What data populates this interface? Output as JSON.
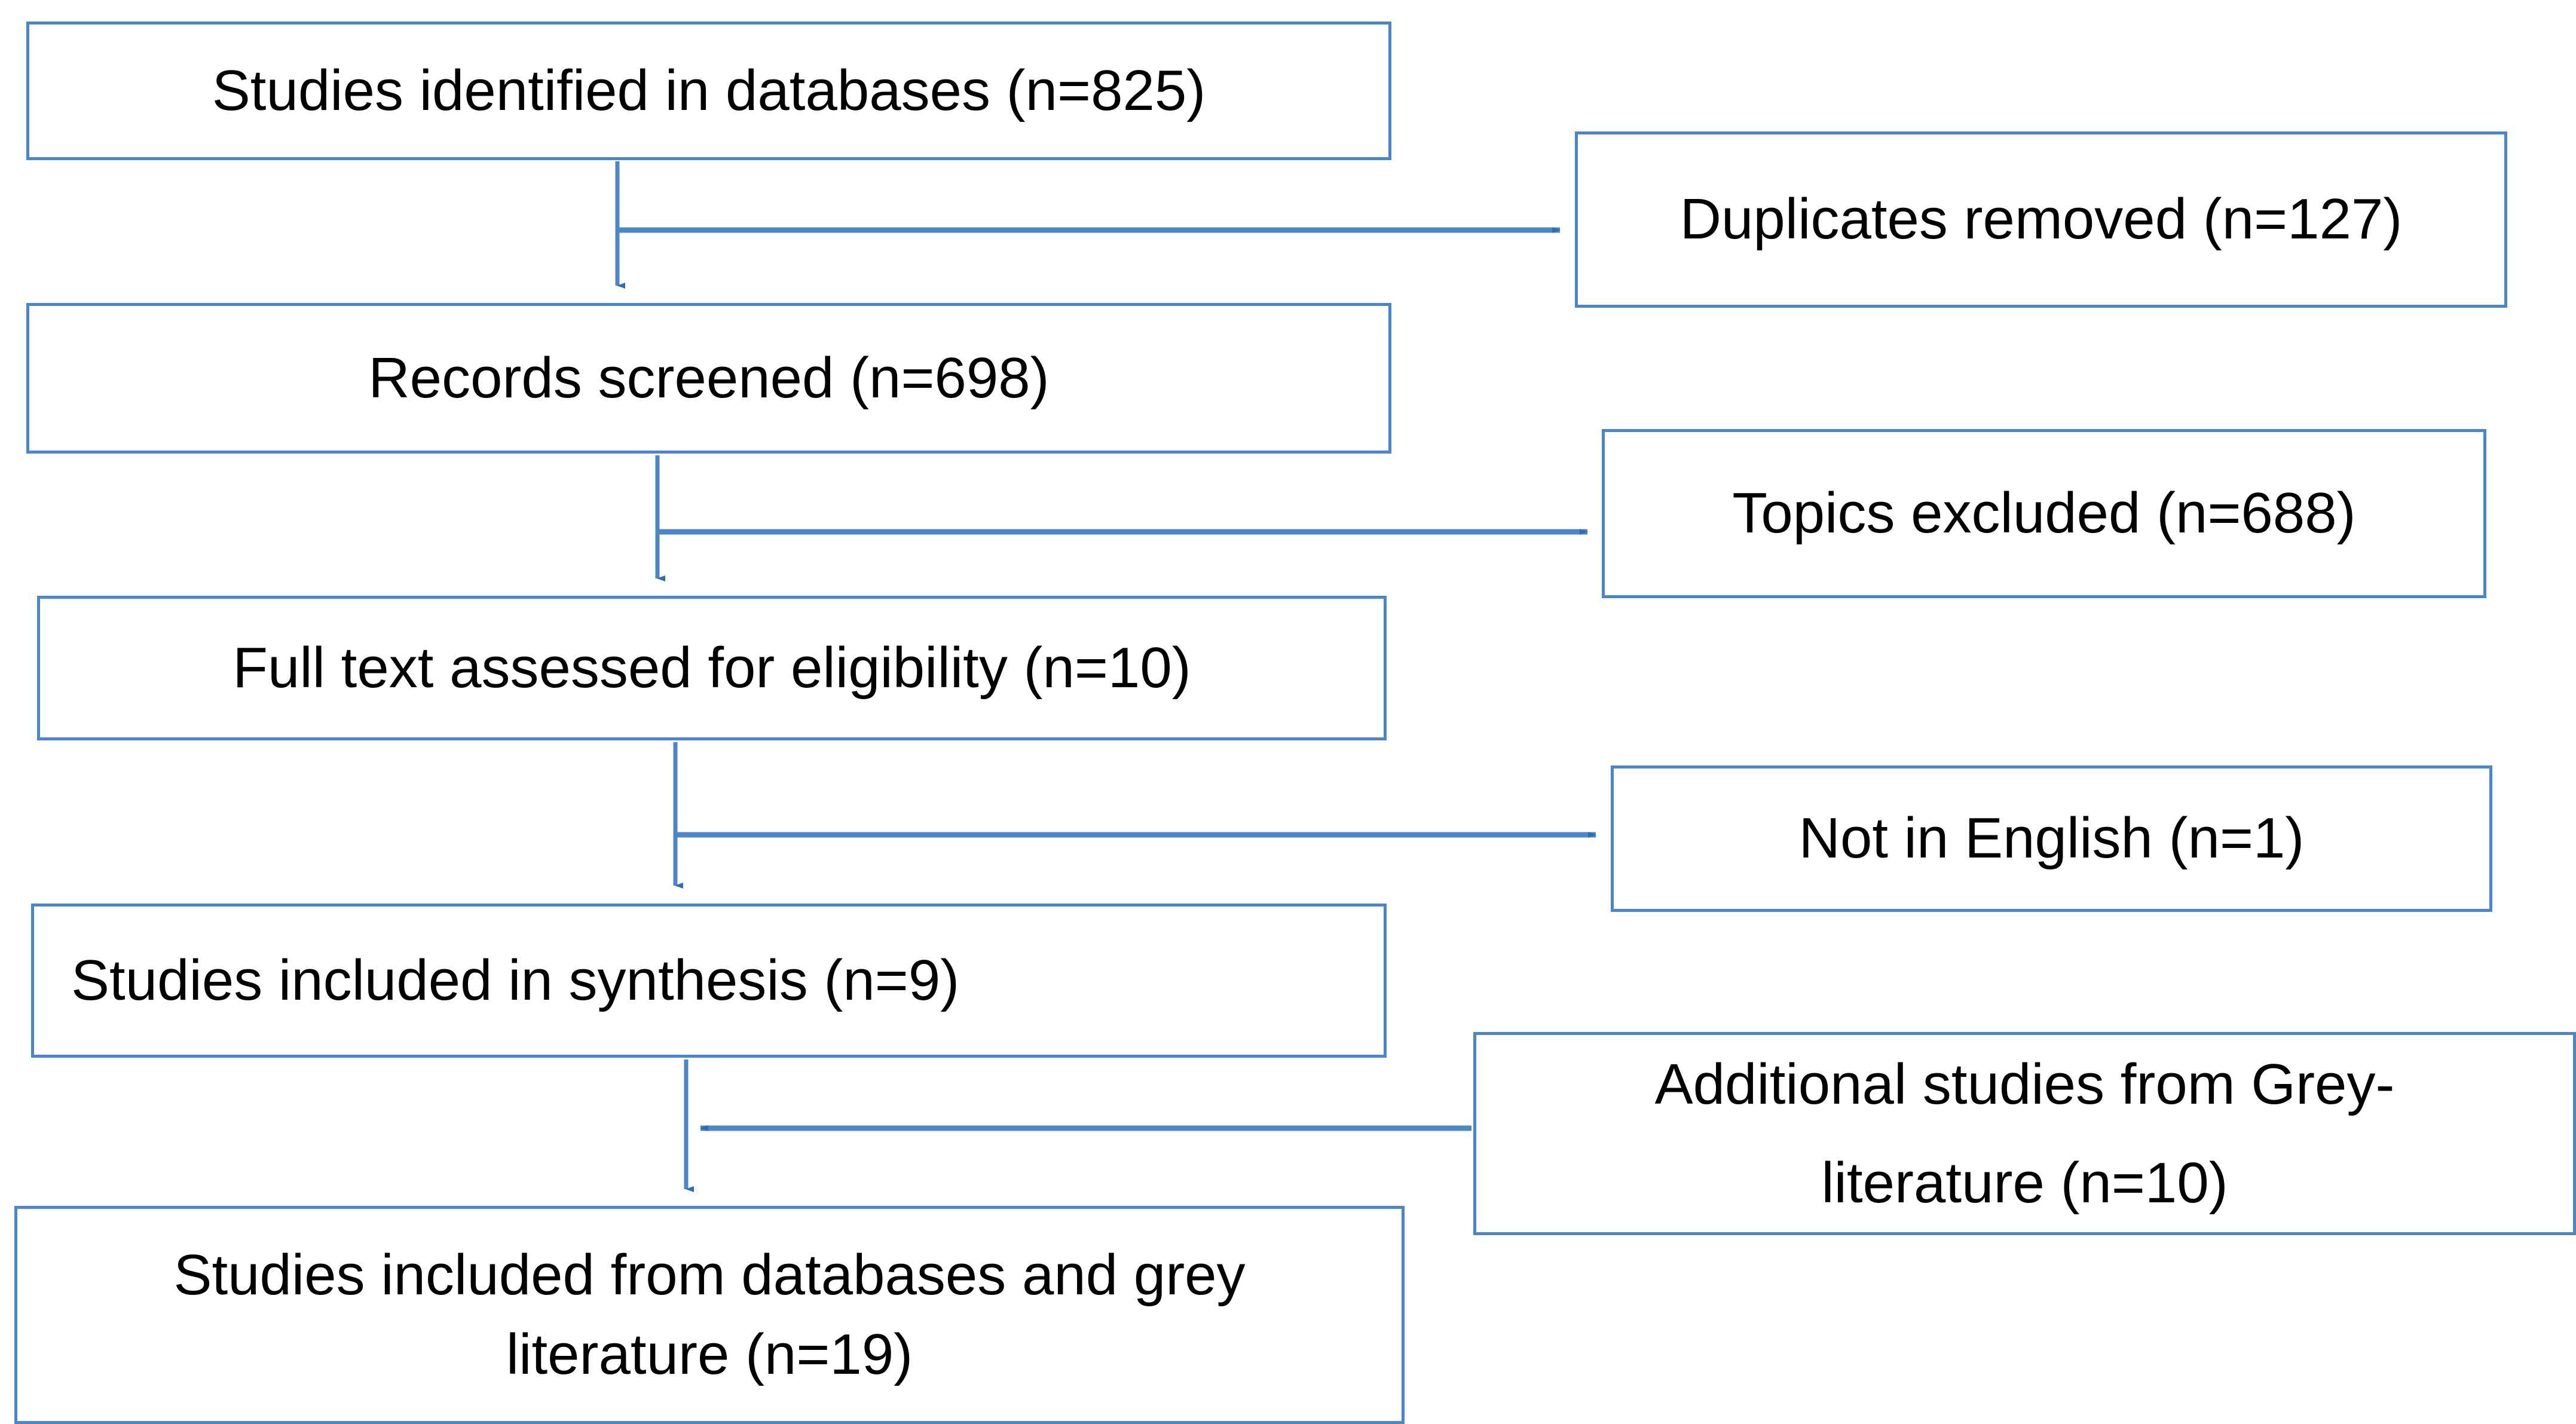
{
  "diagram": {
    "title": "PRISMA study selection flow diagram",
    "accent_color": "#4a86c8",
    "text_color": "#000000",
    "background_color": "#ffffff",
    "nodes": {
      "identified": "Studies identified in databases (n=825)",
      "duplicates": "Duplicates removed (n=127)",
      "screened": "Records screened (n=698)",
      "topics_excluded": "Topics excluded (n=688)",
      "full_text": "Full text assessed for eligibility (n=10)",
      "not_english": "Not in English (n=1)",
      "synthesis": "Studies included in synthesis (n=9)",
      "grey_line1": "Additional studies from Grey-",
      "grey_line2": "literature (n=10)",
      "final_line1": "Studies included from databases and grey",
      "final_line2": "literature (n=19)"
    }
  },
  "chart_data": {
    "type": "diagram",
    "title": "PRISMA study selection flow diagram",
    "subtype": "flowchart",
    "steps": [
      {
        "id": "identified",
        "label": "Studies identified in databases",
        "n": 825,
        "column": "main"
      },
      {
        "id": "duplicates",
        "label": "Duplicates removed",
        "n": 127,
        "column": "excluded"
      },
      {
        "id": "screened",
        "label": "Records screened",
        "n": 698,
        "column": "main"
      },
      {
        "id": "topics_excluded",
        "label": "Topics excluded",
        "n": 688,
        "column": "excluded"
      },
      {
        "id": "full_text",
        "label": "Full text assessed for eligibility",
        "n": 10,
        "column": "main"
      },
      {
        "id": "not_english",
        "label": "Not in English",
        "n": 1,
        "column": "excluded"
      },
      {
        "id": "synthesis",
        "label": "Studies included in synthesis",
        "n": 9,
        "column": "main"
      },
      {
        "id": "grey",
        "label": "Additional studies from Grey-literature",
        "n": 10,
        "column": "added"
      },
      {
        "id": "final",
        "label": "Studies included from databases and grey literature",
        "n": 19,
        "column": "main"
      }
    ],
    "edges": [
      {
        "from": "identified",
        "to": "screened",
        "direction": "down"
      },
      {
        "from": "identified",
        "to": "duplicates",
        "direction": "right"
      },
      {
        "from": "screened",
        "to": "full_text",
        "direction": "down"
      },
      {
        "from": "screened",
        "to": "topics_excluded",
        "direction": "right"
      },
      {
        "from": "full_text",
        "to": "synthesis",
        "direction": "down"
      },
      {
        "from": "full_text",
        "to": "not_english",
        "direction": "right"
      },
      {
        "from": "synthesis",
        "to": "final",
        "direction": "down"
      },
      {
        "from": "grey",
        "to": "final",
        "direction": "left"
      }
    ]
  }
}
